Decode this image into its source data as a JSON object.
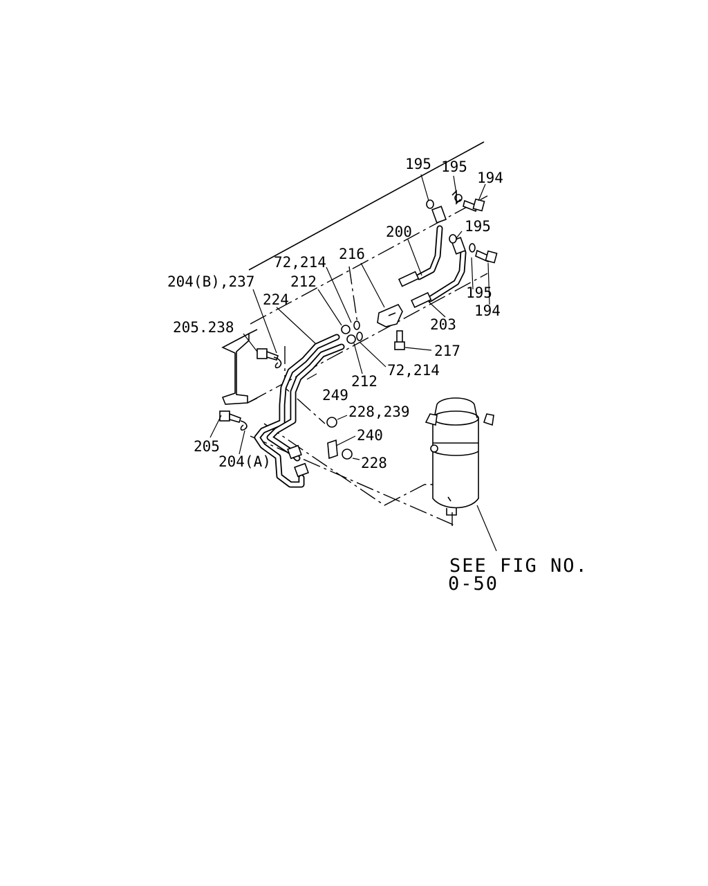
{
  "diagram": {
    "callouts": {
      "c195_a": "195",
      "c195_b": "195",
      "c194_top": "194",
      "c195_c": "195",
      "c200": "200",
      "c216": "216",
      "c72_214_top": "72,214",
      "c204b_237": "204(B),237",
      "c212_top": "212",
      "c224": "224",
      "c195_d": "195",
      "c194_bot": "194",
      "c203": "203",
      "c205_238": "205.238",
      "c217": "217",
      "c212_bot": "212",
      "c72_214_bot": "72,214",
      "c249": "249",
      "c228_239": "228,239",
      "c240": "240",
      "c205": "205",
      "c204a": "204(A)",
      "c228": "228"
    },
    "note": {
      "line1": "SEE FIG NO.",
      "line2": "0-50"
    }
  }
}
